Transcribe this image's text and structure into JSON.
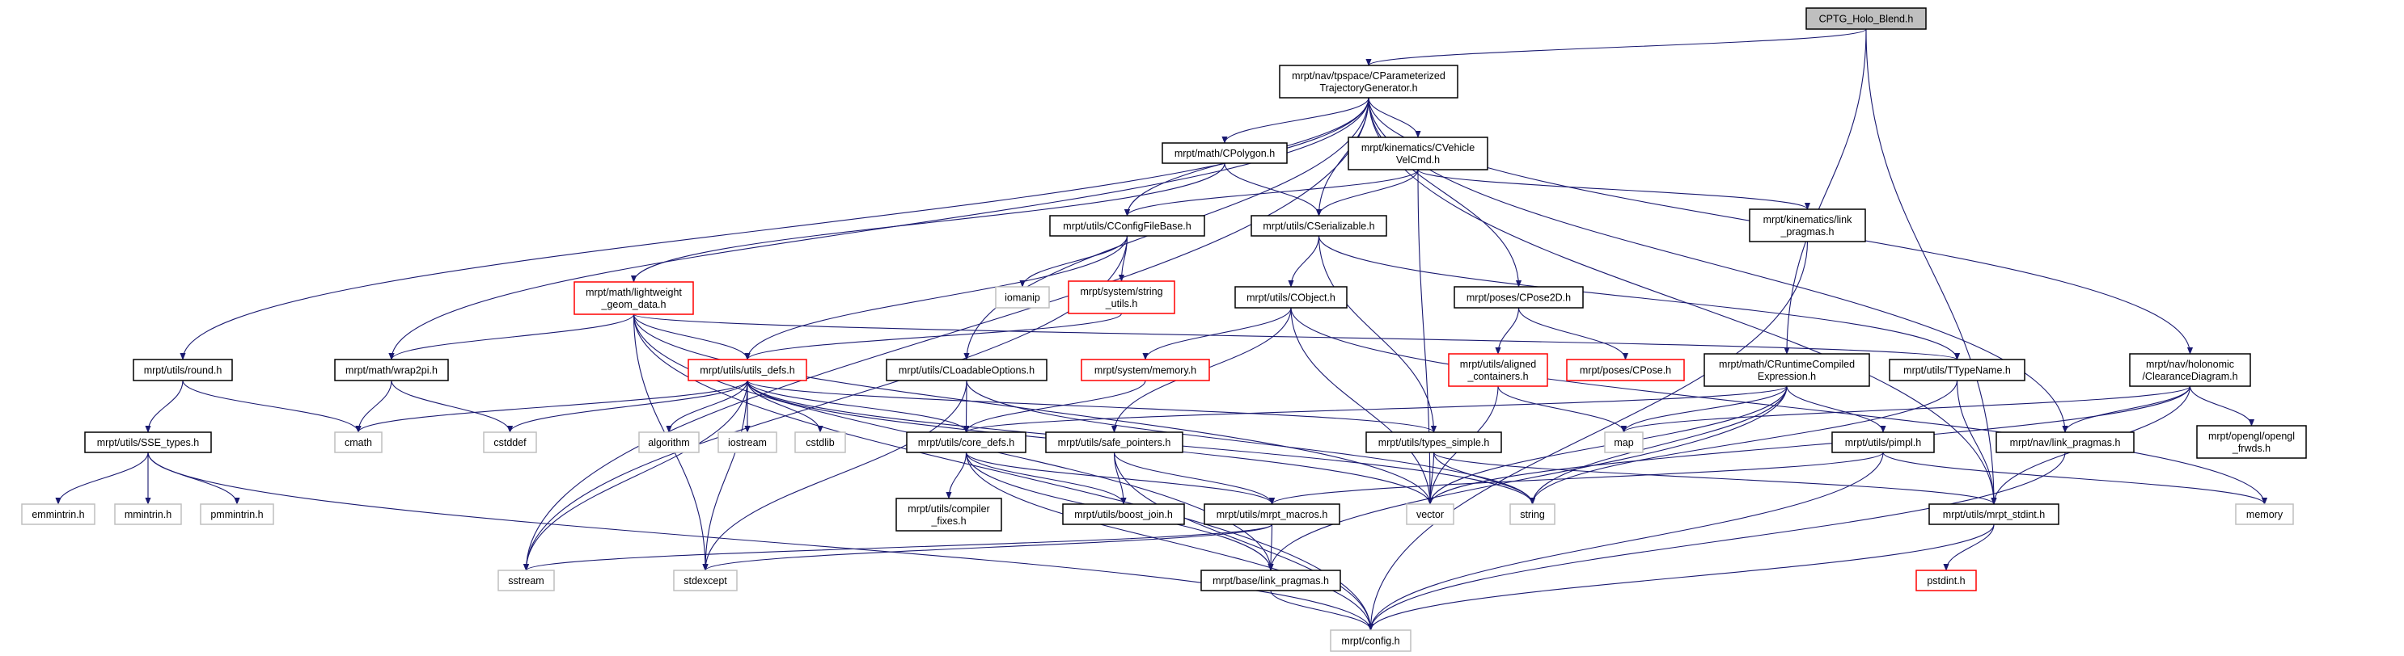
{
  "graph": {
    "title": "CPTG_Holo_Blend.h",
    "colors": {
      "edge": "#191970",
      "normal_border": "#000000",
      "system_border": "#bfbfbf",
      "incomplete_border": "#ff0000",
      "root_fill": "#bfbfbf"
    },
    "nodes": {
      "root": {
        "lines": [
          "CPTG_Holo_Blend.h"
        ],
        "kind": "root"
      },
      "cparam": {
        "lines": [
          "mrpt/nav/tpspace/CParameterized",
          "TrajectoryGenerator.h"
        ],
        "kind": "normal"
      },
      "cpolygon": {
        "lines": [
          "mrpt/math/CPolygon.h"
        ],
        "kind": "normal"
      },
      "cvehicle": {
        "lines": [
          "mrpt/kinematics/CVehicle",
          "VelCmd.h"
        ],
        "kind": "normal"
      },
      "kinlink": {
        "lines": [
          "mrpt/kinematics/link",
          "_pragmas.h"
        ],
        "kind": "normal"
      },
      "cconfig": {
        "lines": [
          "mrpt/utils/CConfigFileBase.h"
        ],
        "kind": "normal"
      },
      "cserial": {
        "lines": [
          "mrpt/utils/CSerializable.h"
        ],
        "kind": "normal"
      },
      "iomanip": {
        "lines": [
          "iomanip"
        ],
        "kind": "system"
      },
      "strutils": {
        "lines": [
          "mrpt/system/string",
          "_utils.h"
        ],
        "kind": "red"
      },
      "cobject": {
        "lines": [
          "mrpt/utils/CObject.h"
        ],
        "kind": "normal"
      },
      "cpose2d": {
        "lines": [
          "mrpt/poses/CPose2D.h"
        ],
        "kind": "normal"
      },
      "lightweight": {
        "lines": [
          "mrpt/math/lightweight",
          "_geom_data.h"
        ],
        "kind": "red"
      },
      "round": {
        "lines": [
          "mrpt/utils/round.h"
        ],
        "kind": "normal"
      },
      "wrap2pi": {
        "lines": [
          "mrpt/math/wrap2pi.h"
        ],
        "kind": "normal"
      },
      "utilsdefs": {
        "lines": [
          "mrpt/utils/utils_defs.h"
        ],
        "kind": "red"
      },
      "cloadable": {
        "lines": [
          "mrpt/utils/CLoadableOptions.h"
        ],
        "kind": "normal"
      },
      "sysmemory": {
        "lines": [
          "mrpt/system/memory.h"
        ],
        "kind": "red"
      },
      "aligned": {
        "lines": [
          "mrpt/utils/aligned",
          "_containers.h"
        ],
        "kind": "red"
      },
      "cpose": {
        "lines": [
          "mrpt/poses/CPose.h"
        ],
        "kind": "red"
      },
      "cruntime": {
        "lines": [
          "mrpt/math/CRuntimeCompiled",
          "Expression.h"
        ],
        "kind": "normal"
      },
      "ttypename": {
        "lines": [
          "mrpt/utils/TTypeName.h"
        ],
        "kind": "normal"
      },
      "clearance": {
        "lines": [
          "mrpt/nav/holonomic",
          "/ClearanceDiagram.h"
        ],
        "kind": "normal"
      },
      "ssetypes": {
        "lines": [
          "mrpt/utils/SSE_types.h"
        ],
        "kind": "normal"
      },
      "cmath": {
        "lines": [
          "cmath"
        ],
        "kind": "system"
      },
      "cstddef": {
        "lines": [
          "cstddef"
        ],
        "kind": "system"
      },
      "algorithm": {
        "lines": [
          "algorithm"
        ],
        "kind": "system"
      },
      "iostream": {
        "lines": [
          "iostream"
        ],
        "kind": "system"
      },
      "cstdlib": {
        "lines": [
          "cstdlib"
        ],
        "kind": "system"
      },
      "coredefs": {
        "lines": [
          "mrpt/utils/core_defs.h"
        ],
        "kind": "normal"
      },
      "safeptr": {
        "lines": [
          "mrpt/utils/safe_pointers.h"
        ],
        "kind": "normal"
      },
      "typessimple": {
        "lines": [
          "mrpt/utils/types_simple.h"
        ],
        "kind": "normal"
      },
      "map": {
        "lines": [
          "map"
        ],
        "kind": "system"
      },
      "pimpl": {
        "lines": [
          "mrpt/utils/pimpl.h"
        ],
        "kind": "normal"
      },
      "navlink": {
        "lines": [
          "mrpt/nav/link_pragmas.h"
        ],
        "kind": "normal"
      },
      "openglfrwds": {
        "lines": [
          "mrpt/opengl/opengl",
          "_frwds.h"
        ],
        "kind": "normal"
      },
      "emmintrin": {
        "lines": [
          "emmintrin.h"
        ],
        "kind": "system"
      },
      "mmintrin": {
        "lines": [
          "mmintrin.h"
        ],
        "kind": "system"
      },
      "pmmintrin": {
        "lines": [
          "pmmintrin.h"
        ],
        "kind": "system"
      },
      "compfixes": {
        "lines": [
          "mrpt/utils/compiler",
          "_fixes.h"
        ],
        "kind": "normal"
      },
      "boostjoin": {
        "lines": [
          "mrpt/utils/boost_join.h"
        ],
        "kind": "normal"
      },
      "macros": {
        "lines": [
          "mrpt/utils/mrpt_macros.h"
        ],
        "kind": "normal"
      },
      "vector": {
        "lines": [
          "vector"
        ],
        "kind": "system"
      },
      "string": {
        "lines": [
          "string"
        ],
        "kind": "system"
      },
      "stdint": {
        "lines": [
          "mrpt/utils/mrpt_stdint.h"
        ],
        "kind": "normal"
      },
      "memory": {
        "lines": [
          "memory"
        ],
        "kind": "system"
      },
      "sstream": {
        "lines": [
          "sstream"
        ],
        "kind": "system"
      },
      "stdexcept": {
        "lines": [
          "stdexcept"
        ],
        "kind": "system"
      },
      "baselink": {
        "lines": [
          "mrpt/base/link_pragmas.h"
        ],
        "kind": "normal"
      },
      "pstdint": {
        "lines": [
          "pstdint.h"
        ],
        "kind": "red"
      },
      "config": {
        "lines": [
          "mrpt/config.h"
        ],
        "kind": "system"
      }
    },
    "edges": [
      [
        "root",
        "cparam"
      ],
      [
        "root",
        "cruntime"
      ],
      [
        "root",
        "stdint"
      ],
      [
        "cparam",
        "cpolygon"
      ],
      [
        "cparam",
        "cvehicle"
      ],
      [
        "cparam",
        "cserial"
      ],
      [
        "cparam",
        "cconfig"
      ],
      [
        "cparam",
        "cpose2d"
      ],
      [
        "cparam",
        "round"
      ],
      [
        "cparam",
        "wrap2pi"
      ],
      [
        "cparam",
        "cloadable"
      ],
      [
        "cparam",
        "clearance"
      ],
      [
        "cparam",
        "navlink"
      ],
      [
        "cparam",
        "stdint"
      ],
      [
        "cparam",
        "sstream"
      ],
      [
        "cpolygon",
        "lightweight"
      ],
      [
        "cpolygon",
        "cserial"
      ],
      [
        "cvehicle",
        "cconfig"
      ],
      [
        "cvehicle",
        "cserial"
      ],
      [
        "cvehicle",
        "kinlink"
      ],
      [
        "cvehicle",
        "vector"
      ],
      [
        "cconfig",
        "iomanip"
      ],
      [
        "cconfig",
        "strutils"
      ],
      [
        "cconfig",
        "utilsdefs"
      ],
      [
        "cconfig",
        "sstream"
      ],
      [
        "cserial",
        "cobject"
      ],
      [
        "cserial",
        "typessimple"
      ],
      [
        "cserial",
        "ttypename"
      ],
      [
        "strutils",
        "utilsdefs"
      ],
      [
        "lightweight",
        "utilsdefs"
      ],
      [
        "lightweight",
        "wrap2pi"
      ],
      [
        "lightweight",
        "vector"
      ],
      [
        "lightweight",
        "ttypename"
      ],
      [
        "lightweight",
        "stdexcept"
      ],
      [
        "lightweight",
        "baselink"
      ],
      [
        "lightweight",
        "config"
      ],
      [
        "cobject",
        "sysmemory"
      ],
      [
        "cobject",
        "safeptr"
      ],
      [
        "cobject",
        "vector"
      ],
      [
        "cobject",
        "memory"
      ],
      [
        "cpose2d",
        "cpose"
      ],
      [
        "cpose2d",
        "aligned"
      ],
      [
        "aligned",
        "map"
      ],
      [
        "aligned",
        "vector"
      ],
      [
        "utilsdefs",
        "cmath"
      ],
      [
        "utilsdefs",
        "cstddef"
      ],
      [
        "utilsdefs",
        "algorithm"
      ],
      [
        "utilsdefs",
        "iostream"
      ],
      [
        "utilsdefs",
        "cstdlib"
      ],
      [
        "utilsdefs",
        "coredefs"
      ],
      [
        "utilsdefs",
        "typessimple"
      ],
      [
        "utilsdefs",
        "sstream"
      ],
      [
        "utilsdefs",
        "stdexcept"
      ],
      [
        "utilsdefs",
        "string"
      ],
      [
        "utilsdefs",
        "vector"
      ],
      [
        "round",
        "ssetypes"
      ],
      [
        "round",
        "cmath"
      ],
      [
        "wrap2pi",
        "cmath"
      ],
      [
        "wrap2pi",
        "cstddef"
      ],
      [
        "ssetypes",
        "emmintrin"
      ],
      [
        "ssetypes",
        "mmintrin"
      ],
      [
        "ssetypes",
        "pmmintrin"
      ],
      [
        "ssetypes",
        "config"
      ],
      [
        "cloadable",
        "coredefs"
      ],
      [
        "cloadable",
        "stdexcept"
      ],
      [
        "cloadable",
        "string"
      ],
      [
        "sysmemory",
        "coredefs"
      ],
      [
        "coredefs",
        "compfixes"
      ],
      [
        "coredefs",
        "boostjoin"
      ],
      [
        "coredefs",
        "macros"
      ],
      [
        "coredefs",
        "baselink"
      ],
      [
        "coredefs",
        "config"
      ],
      [
        "safeptr",
        "boostjoin"
      ],
      [
        "safeptr",
        "macros"
      ],
      [
        "safeptr",
        "config"
      ],
      [
        "typessimple",
        "vector"
      ],
      [
        "typessimple",
        "string"
      ],
      [
        "typessimple",
        "stdint"
      ],
      [
        "macros",
        "baselink"
      ],
      [
        "macros",
        "sstream"
      ],
      [
        "macros",
        "stdexcept"
      ],
      [
        "baselink",
        "config"
      ],
      [
        "cruntime",
        "map"
      ],
      [
        "cruntime",
        "string"
      ],
      [
        "cruntime",
        "vector"
      ],
      [
        "cruntime",
        "pimpl"
      ],
      [
        "cruntime",
        "baselink"
      ],
      [
        "cruntime",
        "coredefs"
      ],
      [
        "ttypename",
        "string"
      ],
      [
        "ttypename",
        "stdint"
      ],
      [
        "pimpl",
        "memory"
      ],
      [
        "pimpl",
        "config"
      ],
      [
        "pimpl",
        "macros"
      ],
      [
        "clearance",
        "map"
      ],
      [
        "clearance",
        "navlink"
      ],
      [
        "clearance",
        "openglfrwds"
      ],
      [
        "clearance",
        "stdint"
      ],
      [
        "clearance",
        "vector"
      ],
      [
        "navlink",
        "config"
      ],
      [
        "kinlink",
        "config"
      ],
      [
        "stdint",
        "pstdint"
      ],
      [
        "stdint",
        "config"
      ]
    ]
  }
}
